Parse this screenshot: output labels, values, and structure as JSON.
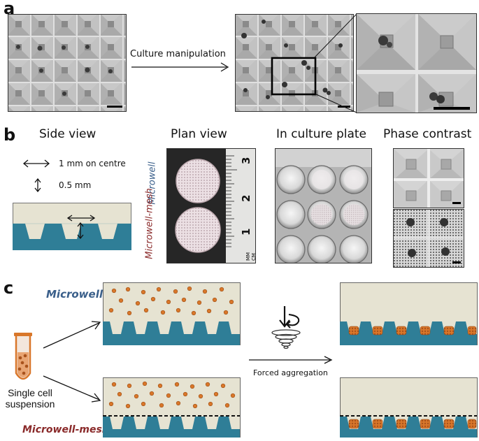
{
  "panel_a": {
    "letter": "a",
    "arrow_label": "Culture manipulation"
  },
  "panel_b": {
    "letter": "b",
    "headers": {
      "side_view": "Side view",
      "plan_view": "Plan view",
      "in_culture_plate": "In culture plate",
      "phase_contrast": "Phase contrast"
    },
    "legend_spacing": "1 mm on centre",
    "legend_depth": "0.5 mm",
    "label_microwell": "Microwell",
    "label_mesh": "Microwell-mesh",
    "ruler_ticks": [
      "1",
      "2",
      "3"
    ],
    "ruler_unit": "MM CM"
  },
  "panel_c": {
    "letter": "c",
    "label_microwell": "Microwell",
    "label_mesh": "Microwell-mesh",
    "suspension_label_line1": "Single cell",
    "suspension_label_line2": "suspension",
    "process_label": "Forced aggregation"
  },
  "colors": {
    "well_blue": "#2f7e97",
    "medium_beige": "#e6e3d2",
    "microwell_text": "#3a5f8a",
    "mesh_text": "#8a2a2a",
    "cell_orange": "#d9772a"
  }
}
